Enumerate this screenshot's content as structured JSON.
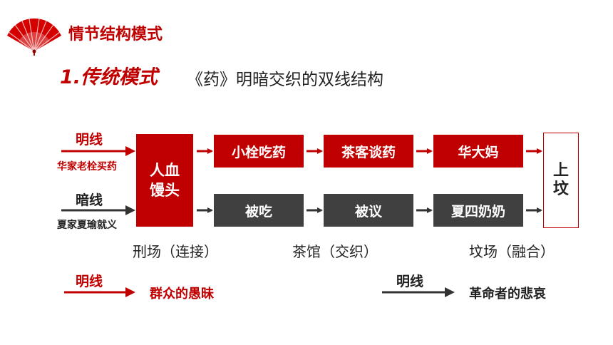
{
  "header": {
    "title": "情节结构模式"
  },
  "subtitle": {
    "number": "1.传统模式",
    "description": "《药》明暗交织的双线结构"
  },
  "left": {
    "bright_label": "明线",
    "bright_sub": "华家老栓买药",
    "dark_label": "暗线",
    "dark_sub": "夏家夏瑜就义"
  },
  "center_box": {
    "line1": "人血",
    "line2": "馒头"
  },
  "top_row": [
    "小栓吃药",
    "茶客谈药",
    "华大妈"
  ],
  "bottom_row": [
    "被吃",
    "被议",
    "夏四奶奶"
  ],
  "end_box": {
    "line1": "上",
    "line2": "坟"
  },
  "places": [
    "刑场（连接）",
    "茶馆（交织）",
    "坟场（融合）"
  ],
  "legend": {
    "left_label": "明线",
    "left_text": "群众的愚昧",
    "right_label": "明线",
    "right_text": "革命者的悲哀"
  },
  "colors": {
    "accent": "#c00000",
    "dark": "#404040",
    "arrow_dark": "#333333"
  }
}
